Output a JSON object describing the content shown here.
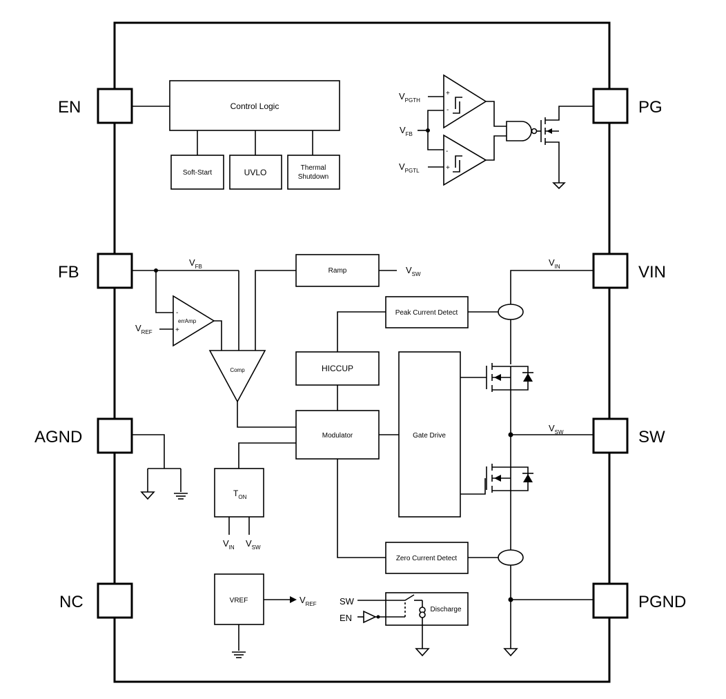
{
  "pins": {
    "en": "EN",
    "fb": "FB",
    "agnd": "AGND",
    "nc": "NC",
    "pg": "PG",
    "vin": "VIN",
    "sw": "SW",
    "pgnd": "PGND"
  },
  "blocks": {
    "control_logic": "Control Logic",
    "soft_start": "Soft-Start",
    "uvlo": "UVLO",
    "thermal_1": "Thermal",
    "thermal_2": "Shutdown",
    "ramp": "Ramp",
    "peak_current_detect": "Peak Current Detect",
    "hiccup": "HICCUP",
    "modulator": "Modulator",
    "gate_drive": "Gate Drive",
    "zero_current_detect": "Zero Current Detect",
    "vref": "VREF",
    "discharge": "Discharge",
    "comp": "Comp",
    "err_amp": "errAmp",
    "t_on": "T",
    "t_on_sub": "ON"
  },
  "signals": {
    "v": "V",
    "pgth_sub": "PGTH",
    "pgtl_sub": "PGTL",
    "fb_sub": "FB",
    "ref_sub": "REF",
    "sw_sub": "SW",
    "in_sub": "IN",
    "sw_label": "SW",
    "en_label": "EN",
    "plus": "+",
    "minus": "-"
  }
}
